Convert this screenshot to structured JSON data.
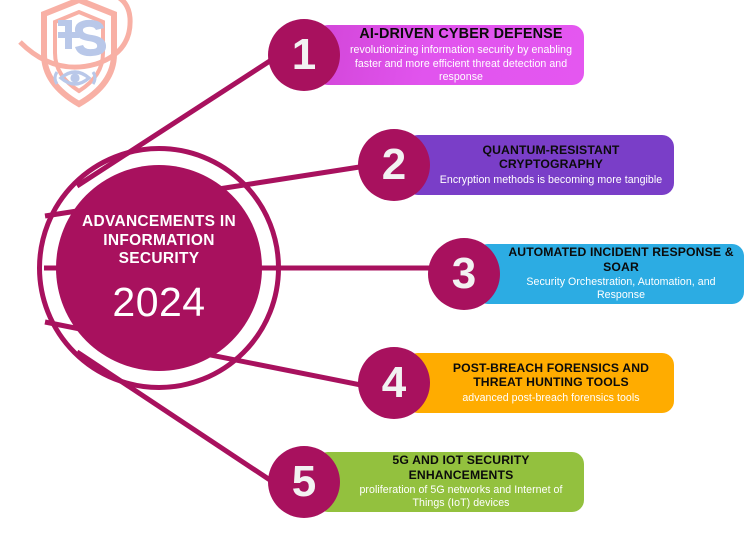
{
  "logo": {
    "name": "information-security-shield-logo",
    "letters": "IS",
    "shield_color": "#F4806F",
    "letter_color": "#8FA8DC"
  },
  "hub": {
    "title": "ADVANCEMENTS IN INFORMATION SECURITY",
    "year": "2024",
    "color": "#A8115E",
    "text_color": "#FFFFFF"
  },
  "items": [
    {
      "number": "1",
      "title": "AI-DRIVEN CYBER DEFENSE",
      "body": "revolutionizing information security by enabling faster and more efficient threat detection and response",
      "color": "#E154EE"
    },
    {
      "number": "2",
      "title": "QUANTUM-RESISTANT CRYPTOGRAPHY",
      "body": "Encryption methods is becoming more tangible",
      "color": "#7A3EC8"
    },
    {
      "number": "3",
      "title": "AUTOMATED INCIDENT RESPONSE & SOAR",
      "body": "Security Orchestration, Automation, and Response",
      "color": "#2CACE3"
    },
    {
      "number": "4",
      "title": "POST-BREACH FORENSICS AND THREAT HUNTING TOOLS",
      "body": "advanced post-breach forensics tools",
      "color": "#FFAC00"
    },
    {
      "number": "5",
      "title": "5G AND IOT SECURITY ENHANCEMENTS",
      "body": "proliferation of 5G networks and Internet of Things (IoT) devices",
      "color": "#93C13E"
    }
  ]
}
